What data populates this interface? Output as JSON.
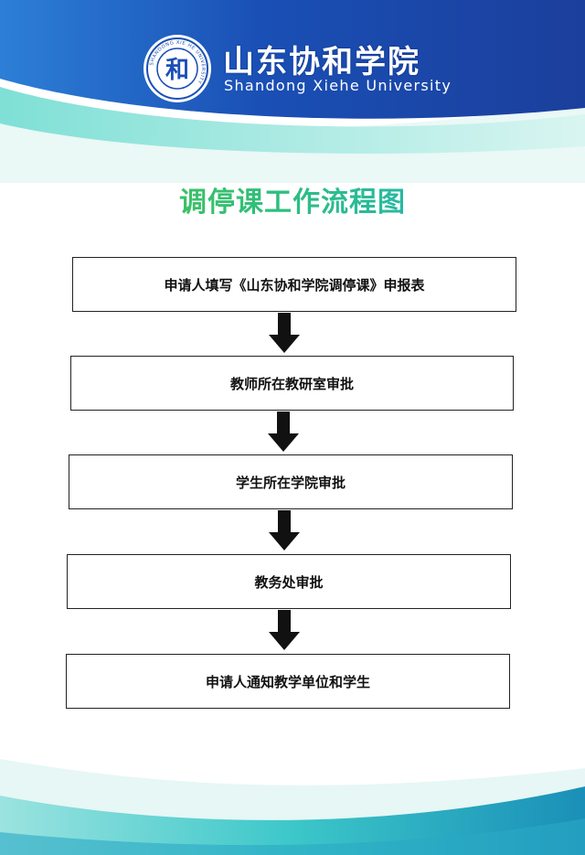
{
  "header": {
    "university_name_cn": "山东协和学院",
    "university_name_en": "Shandong Xiehe University",
    "logo_text": "SHANDONG XIE HE UNIVERSITY"
  },
  "title": "调停课工作流程图",
  "flow": {
    "steps": [
      "申请人填写《山东协和学院调停课》申报表",
      "教师所在教研室审批",
      "学生所在学院审批",
      "教务处审批",
      "申请人通知教学单位和学生"
    ]
  },
  "colors": {
    "header_blue": "#1a4fb5",
    "teal": "#3cc7c9",
    "title_green": "#4cc24a",
    "title_cyan": "#1fb0d6"
  }
}
